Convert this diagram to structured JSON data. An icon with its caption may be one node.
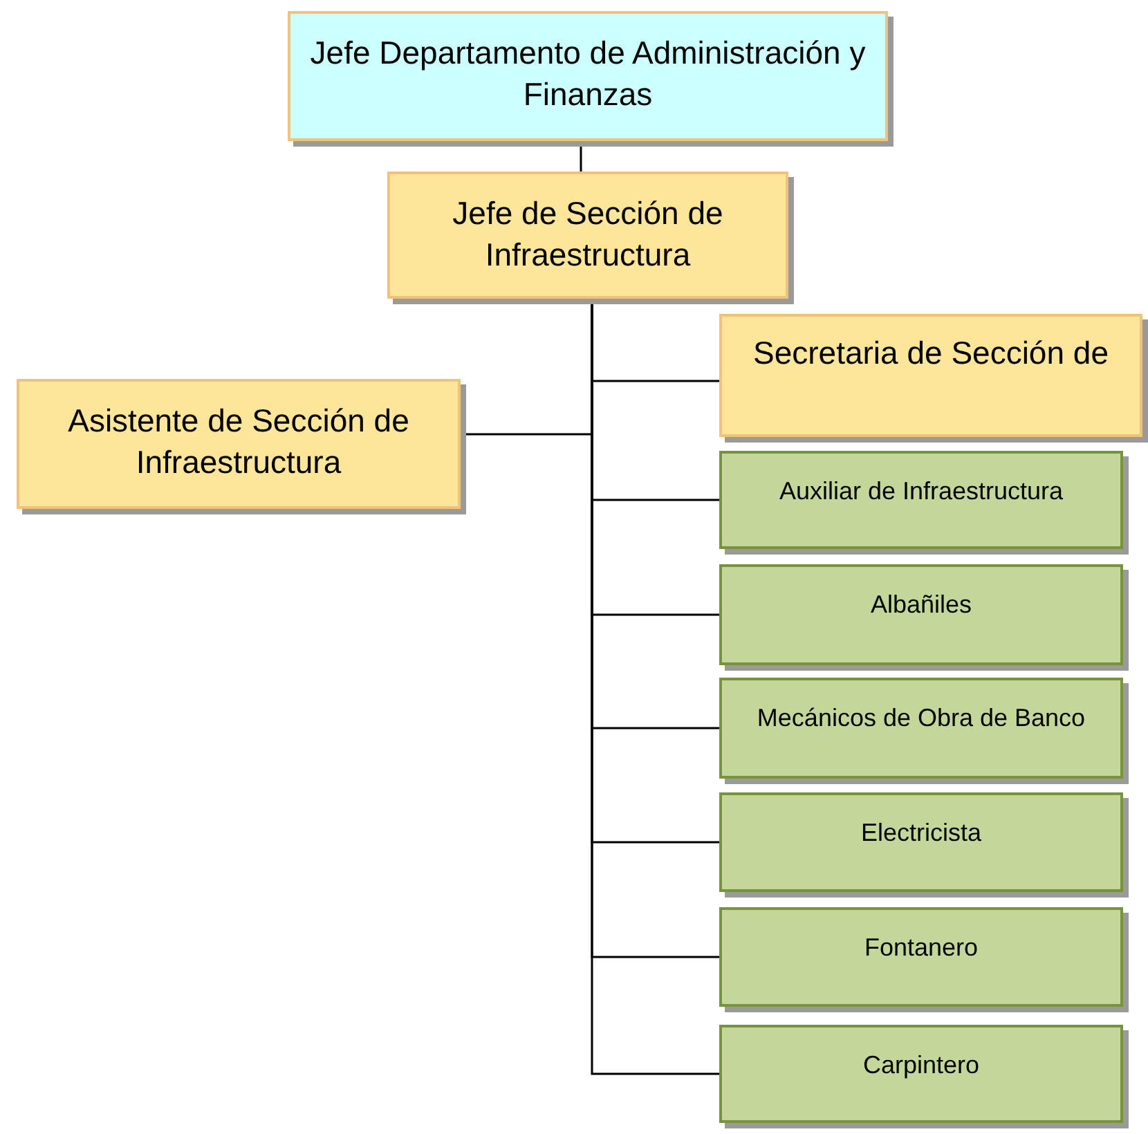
{
  "diagram": {
    "nodes": [
      {
        "text": [
          "Jefe Departamento de Administración y Finanzas"
        ]
      },
      {
        "text": [
          "Jefe de Sección de Infraestructura"
        ]
      },
      {
        "text": [
          "Secretaria de Sección de"
        ]
      },
      {
        "text": [
          "Asistente de Sección de Infraestructura"
        ]
      },
      {
        "text": [
          "Auxiliar de Infraestructura"
        ]
      },
      {
        "text": [
          "Albañiles"
        ]
      },
      {
        "text": [
          "Mecánicos de Obra de Banco"
        ]
      },
      {
        "text": [
          "Electricista"
        ]
      },
      {
        "text": [
          "Fontanero"
        ]
      },
      {
        "text": [
          "Carpintero"
        ]
      }
    ],
    "edges": [
      {
        "from": 0,
        "to": 1,
        "arrow": "none"
      },
      {
        "from": 1,
        "to": 2,
        "arrow": "none"
      },
      {
        "from": 1,
        "to": 3,
        "arrow": "none"
      },
      {
        "from": 1,
        "to": 4,
        "arrow": "none"
      },
      {
        "from": 1,
        "to": 5,
        "arrow": "none"
      },
      {
        "from": 1,
        "to": 6,
        "arrow": "none"
      },
      {
        "from": 1,
        "to": 7,
        "arrow": "none"
      },
      {
        "from": 1,
        "to": 8,
        "arrow": "none"
      },
      {
        "from": 1,
        "to": 9,
        "arrow": "none"
      }
    ]
  }
}
